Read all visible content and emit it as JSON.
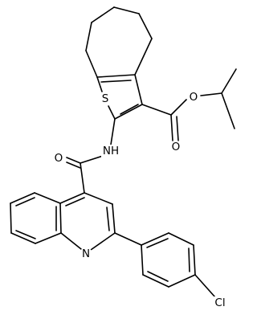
{
  "figure": {
    "kind": "skeletal chemical structure",
    "line_color": "#000000",
    "background_color": "#ffffff"
  },
  "atoms": {
    "S": "S",
    "O1": "O",
    "O2": "O",
    "NH": "NH",
    "O3": "O",
    "N": "N",
    "Cl": "Cl"
  }
}
